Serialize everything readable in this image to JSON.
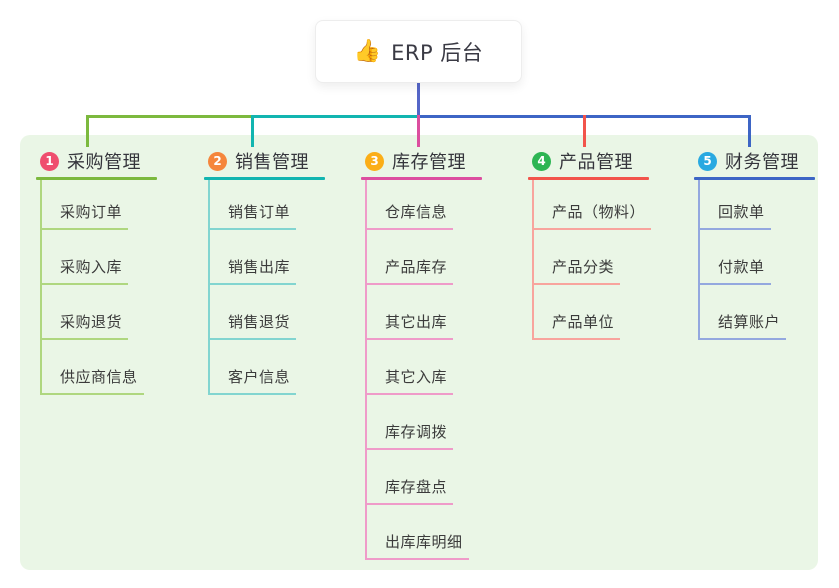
{
  "root": {
    "icon": "👍",
    "title": "ERP 后台",
    "connector_color": "#5566C8"
  },
  "canvas": {
    "background": "#EAF6E6"
  },
  "branches": [
    {
      "index": "1",
      "title": "采购管理",
      "badge_color": "#EF4E6E",
      "line_color": "#7CB93E",
      "light_color": "#AFD77F",
      "children": [
        "采购订单",
        "采购入库",
        "采购退货",
        "供应商信息"
      ]
    },
    {
      "index": "2",
      "title": "销售管理",
      "badge_color": "#F5863C",
      "line_color": "#12B5B0",
      "light_color": "#82D5D0",
      "children": [
        "销售订单",
        "销售出库",
        "销售退货",
        "客户信息"
      ]
    },
    {
      "index": "3",
      "title": "库存管理",
      "badge_color": "#FBAE17",
      "line_color": "#DC4E9F",
      "light_color": "#EF9BC9",
      "children": [
        "仓库信息",
        "产品库存",
        "其它出库",
        "其它入库",
        "库存调拨",
        "库存盘点",
        "出库库明细"
      ]
    },
    {
      "index": "4",
      "title": "产品管理",
      "badge_color": "#2DB553",
      "line_color": "#F2544B",
      "light_color": "#F8A49D",
      "children": [
        "产品（物料）",
        "产品分类",
        "产品单位"
      ]
    },
    {
      "index": "5",
      "title": "财务管理",
      "badge_color": "#29A9E1",
      "line_color": "#3D65C5",
      "light_color": "#94A8DF",
      "children": [
        "回款单",
        "付款单",
        "结算账户"
      ]
    }
  ]
}
